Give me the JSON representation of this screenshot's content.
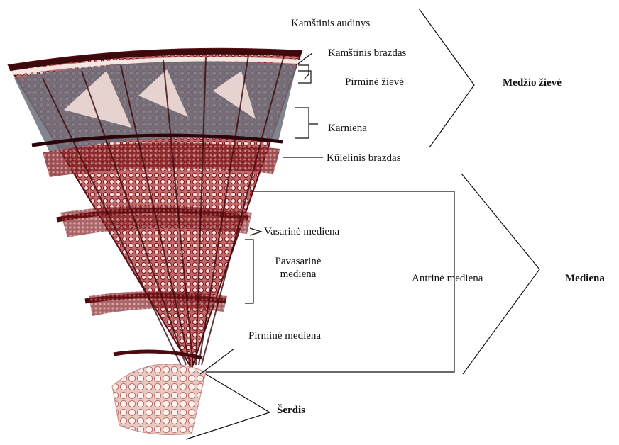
{
  "labels": {
    "kamstinis_audinys": "Kamštinis audinys",
    "kamstinis_brazdas": "Kamštinis brazdas",
    "pirmine_zieve": "Pirminė žievė",
    "karniena": "Karniena",
    "kulelinis_brazdas": "Kūlelinis brazdas",
    "vasarine_mediena": "Vasarinė mediena",
    "pavasarine_mediena_1": "Pavasarinė",
    "pavasarine_mediena_2": "mediena",
    "antrine_mediena": "Antrinė mediena",
    "pirmine_mediena": "Pirminė mediena",
    "serdis": "Šerdis"
  },
  "groups": {
    "medzio_zieve": "Medžio žievė",
    "mediena": "Mediena"
  },
  "colors": {
    "tissue_dark": "#5a0f14",
    "tissue_mid": "#8b1a1f",
    "tissue_light": "#c98a86",
    "phloem_gray": "#6c6f7a",
    "pith": "#f2dcd5",
    "line": "#111111"
  }
}
